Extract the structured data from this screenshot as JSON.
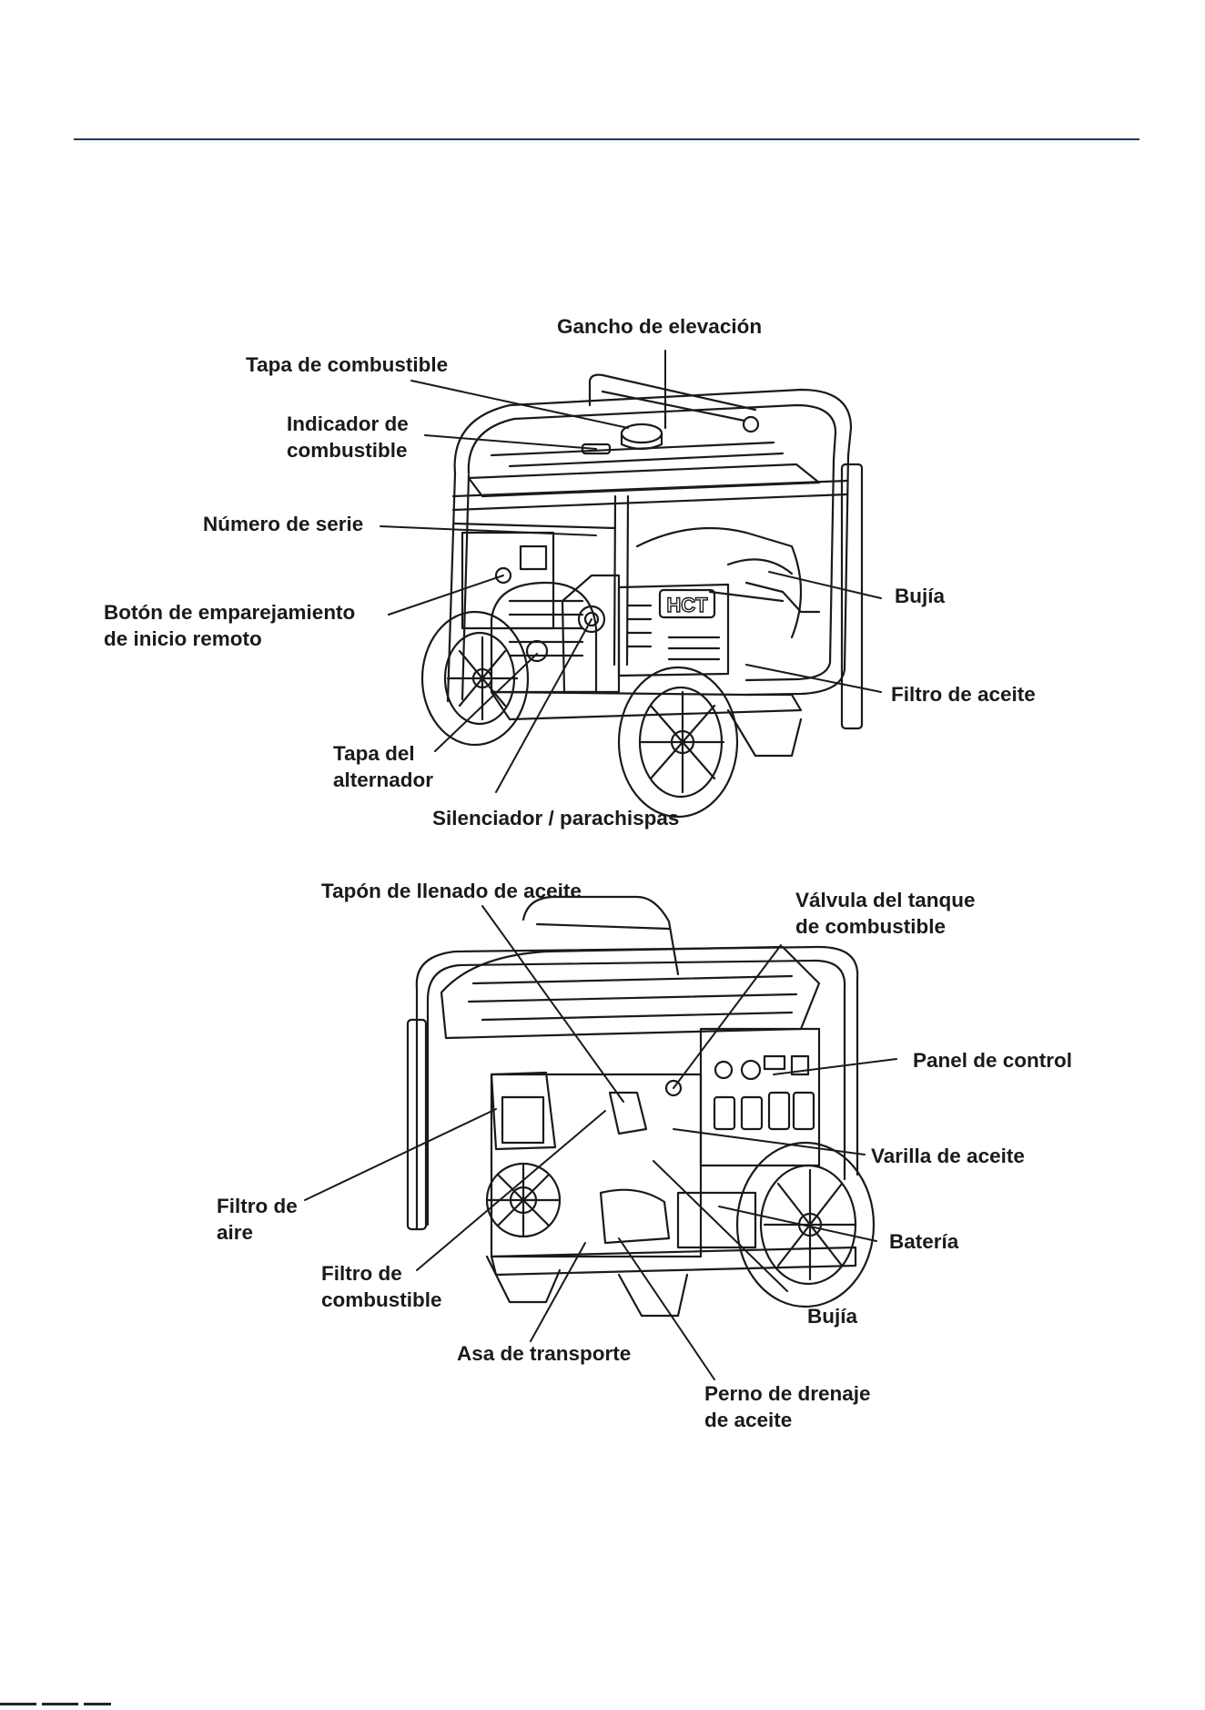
{
  "colors": {
    "rule": "#1f3a5f",
    "ink": "#1a1a1a"
  },
  "top_view": {
    "labels": {
      "lifting_hook": "Gancho de elevación",
      "fuel_cap": "Tapa de combustible",
      "fuel_gauge_1": "Indicador de",
      "fuel_gauge_2": "combustible",
      "serial_number": "Número de serie",
      "remote_pair_1": "Botón de emparejamiento",
      "remote_pair_2": "de inicio remoto",
      "spark_plug": "Bujía",
      "oil_filter": "Filtro de aceite",
      "alternator_cover_1": "Tapa del",
      "alternator_cover_2": "alternador",
      "muffler": "Silenciador / parachispas",
      "brand_badge": "HCT"
    }
  },
  "bottom_view": {
    "labels": {
      "oil_fill_cap": "Tapón de llenado de aceite",
      "fuel_valve_1": "Válvula del tanque",
      "fuel_valve_2": "de combustible",
      "control_panel": "Panel de control",
      "dipstick": "Varilla de aceite",
      "air_filter_1": "Filtro de",
      "air_filter_2": "aire",
      "battery": "Batería",
      "fuel_filter_1": "Filtro de",
      "fuel_filter_2": "combustible",
      "spark_plug": "Bujía",
      "carry_handle": "Asa de transporte",
      "drain_bolt_1": "Perno de drenaje",
      "drain_bolt_2": "de aceite"
    }
  }
}
